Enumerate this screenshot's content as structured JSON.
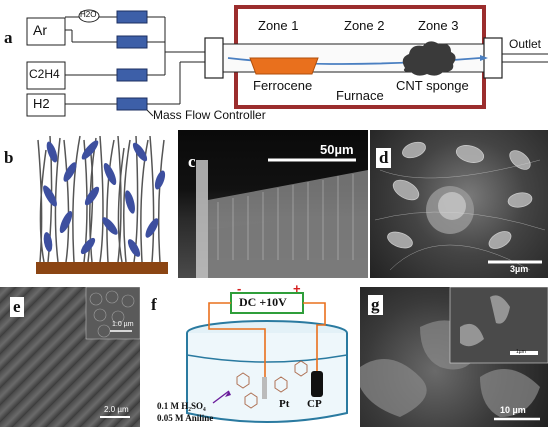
{
  "panel_a": {
    "label": "a",
    "gases": [
      "Ar",
      "C2H4",
      "H2"
    ],
    "water": "H2O",
    "zones": [
      "Zone 1",
      "Zone 2",
      "Zone 3"
    ],
    "outlet": "Outlet",
    "ferrocene": "Ferrocene",
    "furnace": "Furnace",
    "sponge": "CNT sponge",
    "mfc": "Mass Flow Controller"
  },
  "panel_b": {
    "label": "b"
  },
  "panel_c": {
    "label": "c",
    "scale": "50µm"
  },
  "panel_d": {
    "label": "d",
    "scale": "3µm"
  },
  "panel_e": {
    "label": "e",
    "scale_inset": "1.0 µm",
    "scale_main": "2.0 µm"
  },
  "panel_f": {
    "label": "f",
    "minus": "-",
    "plus": "+",
    "power": "DC +10V",
    "electrode_pt": "Pt",
    "electrode_cp": "CP",
    "electrolyte_1": "0.1 M H₂SO₄",
    "electrolyte_2": "0.05 M Aniline"
  },
  "panel_g": {
    "label": "g",
    "scale_inset": "1µm",
    "scale_main": "10 µm"
  },
  "colors": {
    "furnace": "#9b2d2d",
    "mfc": "#3d5fa8",
    "crucible": "#e9701d",
    "substrate": "#8b4513",
    "dc_box": "#2f9e3a"
  }
}
